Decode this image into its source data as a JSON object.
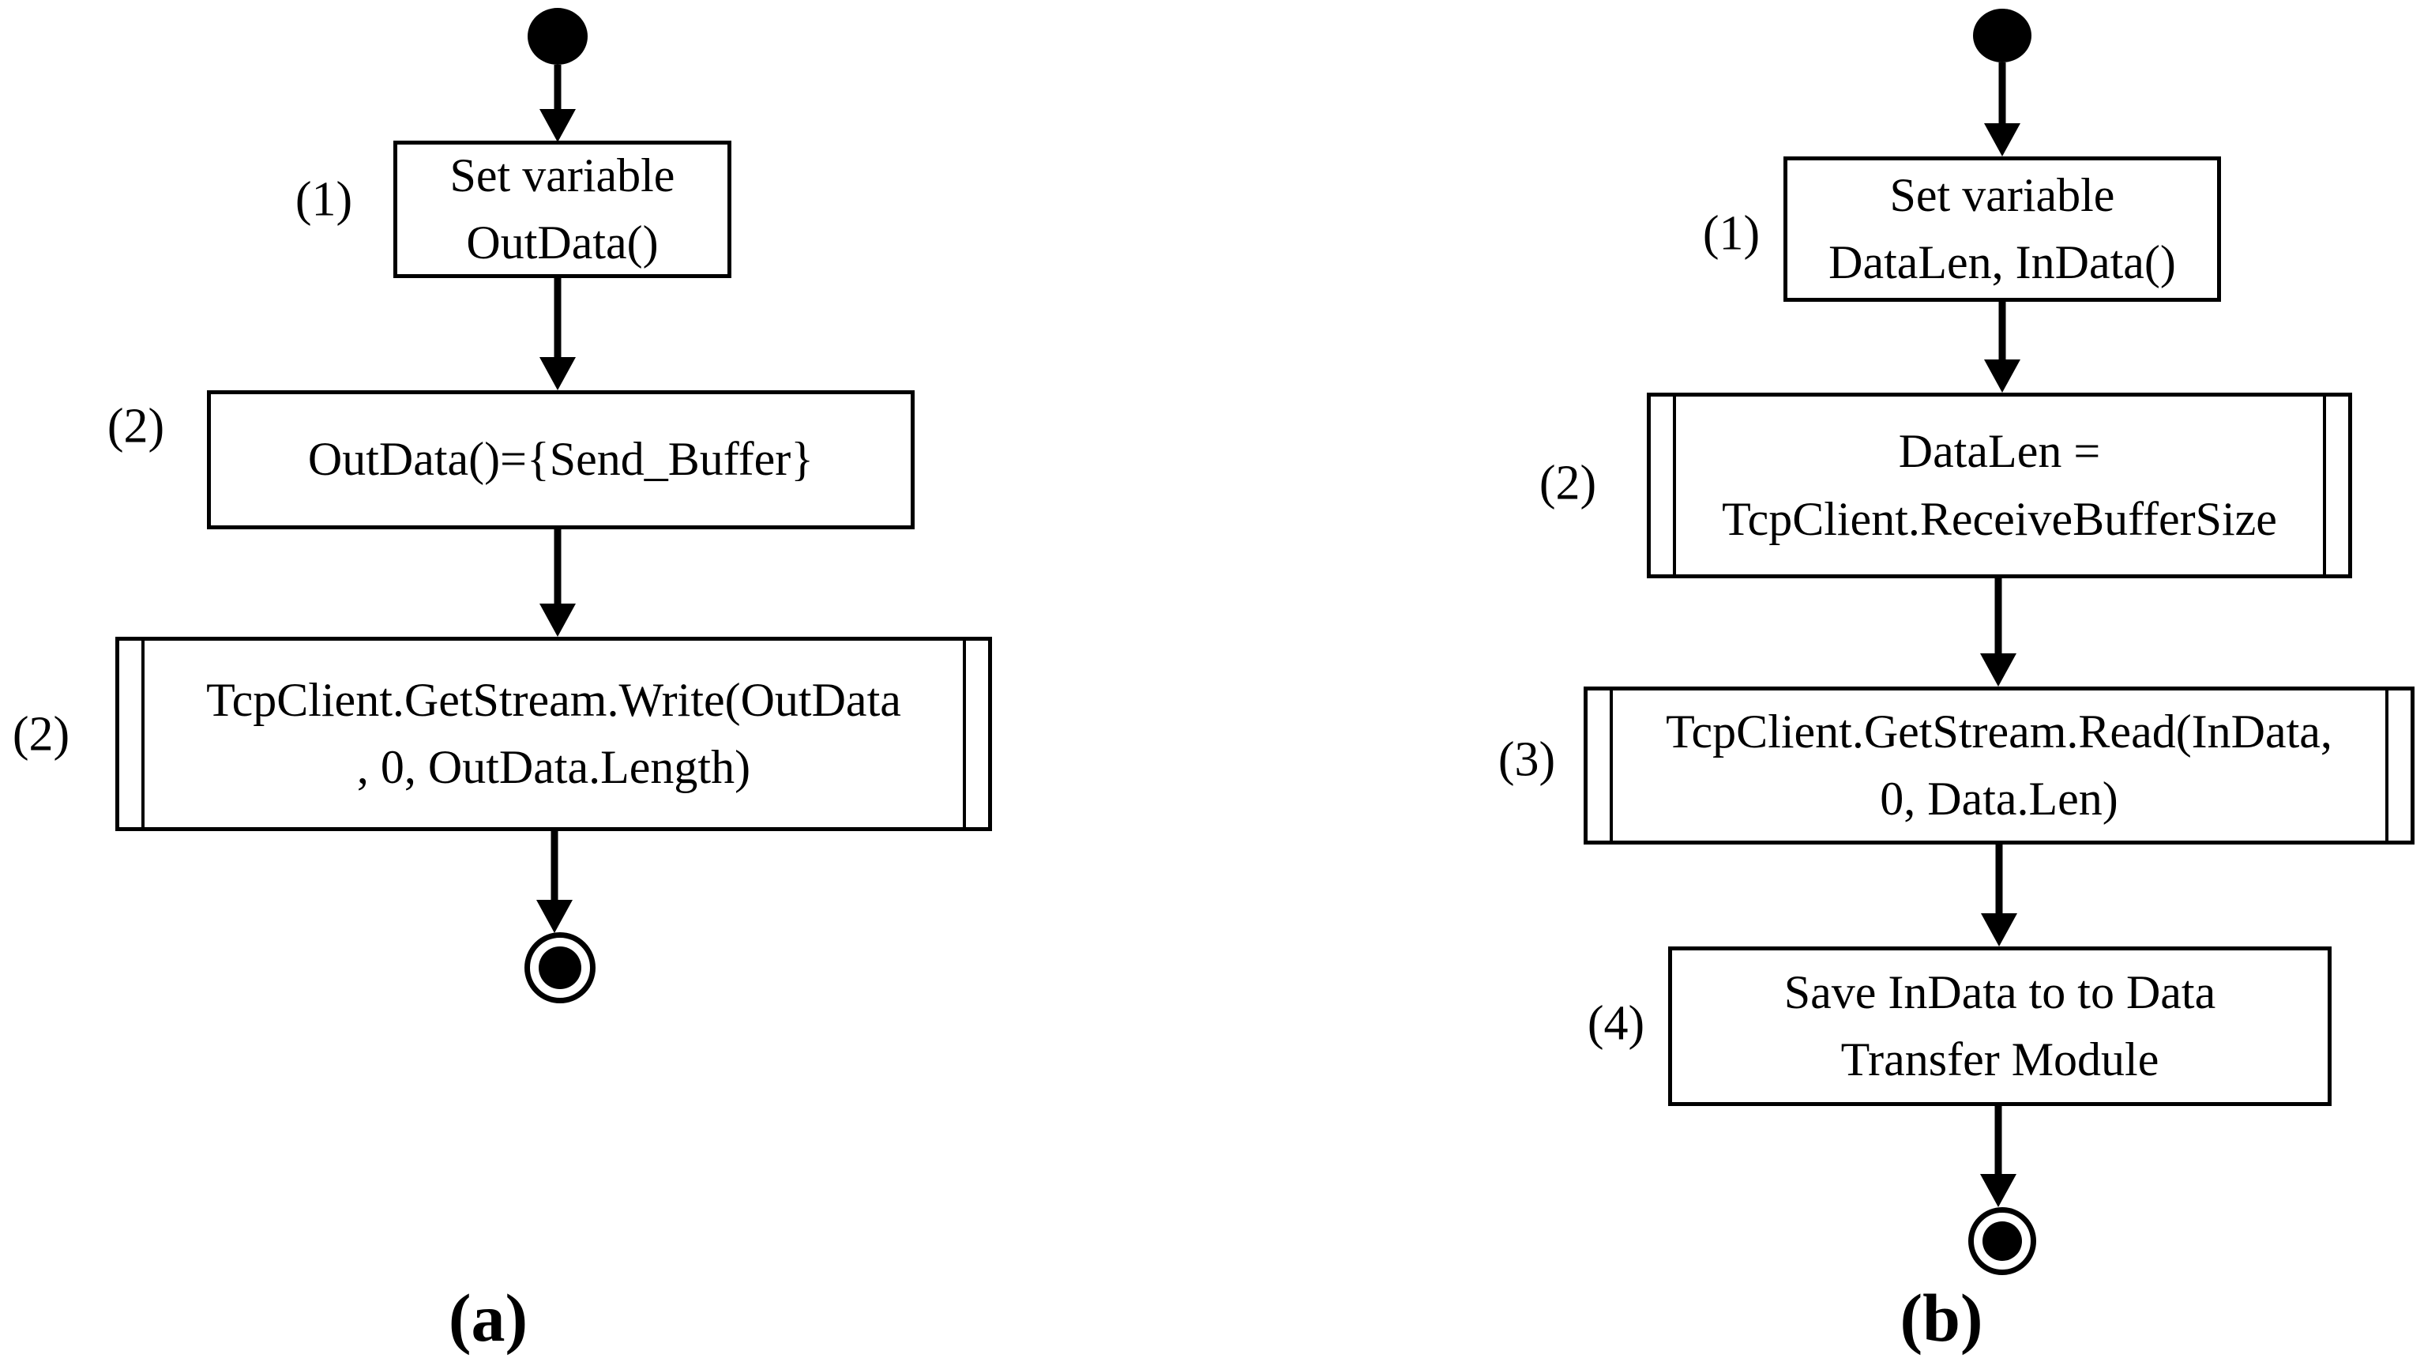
{
  "figure": {
    "colors": {
      "ink": "#000000",
      "background": "#ffffff"
    },
    "panels": [
      {
        "caption": "(a)",
        "steps": [
          {
            "label": "(1)",
            "shape": "action",
            "text": "Set variable\nOutData()"
          },
          {
            "label": "(2)",
            "shape": "action",
            "text": "OutData()={Send_Buffer}"
          },
          {
            "label": "(2)",
            "shape": "subprocess",
            "text": "TcpClient.GetStream.Write(OutData\n, 0, OutData.Length)"
          }
        ]
      },
      {
        "caption": "(b)",
        "steps": [
          {
            "label": "(1)",
            "shape": "action",
            "text": "Set variable\nDataLen, InData()"
          },
          {
            "label": "(2)",
            "shape": "subprocess",
            "text": "DataLen =\nTcpClient.ReceiveBufferSize"
          },
          {
            "label": "(3)",
            "shape": "subprocess",
            "text": "TcpClient.GetStream.Read(InData,\n0, Data.Len)"
          },
          {
            "label": "(4)",
            "shape": "action",
            "text": "Save InData to to Data\nTransfer Module"
          }
        ]
      }
    ]
  }
}
